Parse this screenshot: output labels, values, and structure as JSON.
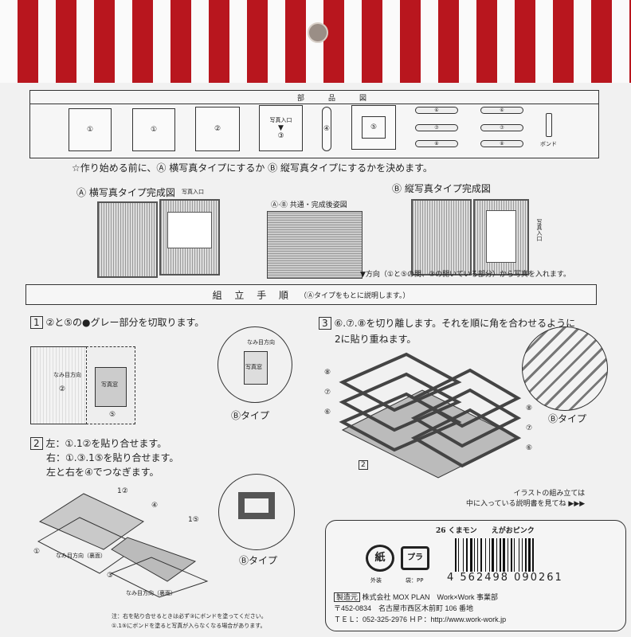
{
  "parts": {
    "title": [
      "部",
      "品",
      "図"
    ],
    "labels": [
      "①",
      "①",
      "②",
      "③",
      "④",
      "⑤"
    ],
    "photo_slot": "写真入口",
    "strips": [
      "⑥",
      "⑦",
      "⑧"
    ],
    "bond": "ボンド"
  },
  "intro": "☆作り始める前に、Ⓐ 横写真タイプにするか Ⓑ 縦写真タイプにするかを決めます。",
  "types": {
    "a_title": "Ⓐ 横写真タイプ完成図",
    "a_slot": "写真入口",
    "common": "Ⓐ·Ⓑ 共通・完成後姿図",
    "b_title": "Ⓑ 縦写真タイプ完成図",
    "b_slot": "写真入口",
    "note": "▼方向（①と⑤の間、③の開いている部分）から写真を入れます。"
  },
  "assembly": {
    "title": "組 立 手 順",
    "sub": "（Ⓐタイプをもとに説明します。）"
  },
  "step1": {
    "num": "1",
    "text": "②と⑤の●グレー部分を切取ります。",
    "grain": "なみ目方向",
    "label2": "②",
    "window": "写真窓",
    "label5": "⑤",
    "grain_v": "なみ目方向",
    "b_type": "Ⓑタイプ"
  },
  "step2": {
    "num": "2",
    "lines": [
      "左：①.1②を貼り合せます。",
      "右：①.③.1⑤を貼り合せます。",
      "左と右を④でつなぎます。"
    ],
    "l12": "1②",
    "l4": "④",
    "l15": "1⑤",
    "l1": "①",
    "l3": "③",
    "grain_back": "なみ目方向（裏面）",
    "b_type": "Ⓑタイプ",
    "notes": [
      "注：右を貼り合せるときは必ず③にボンドを塗ってください。",
      "①.1⑤にボンドを塗ると写真が入らなくなる場合があります。"
    ]
  },
  "step3": {
    "num": "3",
    "lines": [
      "⑥.⑦.⑧を切り離します。それを順に角を合わせるように",
      "2に貼り重ねます。"
    ],
    "labels_left": [
      "⑧",
      "⑦",
      "⑥"
    ],
    "labels_right": [
      "⑧",
      "⑦",
      "⑥"
    ],
    "base": "2",
    "b_type": "Ⓑタイプ",
    "more": [
      "イラストの組み立ては",
      "中に入っている説明書を見てね ▶▶▶"
    ]
  },
  "product": {
    "name": "26 くまモン",
    "color": "えがおピンク",
    "recycle_paper": "紙",
    "paper_label": "外装",
    "recycle_plastic": "プラ",
    "plastic_label": "袋：PP",
    "barcode": "4 562498 090261",
    "maker_tag": "製造元",
    "maker": "株式会社 MOX PLAN　Work×Work 事業部",
    "address": "〒452-0834　名古屋市西区木前町 106 番地",
    "tel": "ＴＥＬ：052-325-2976 ＨＰ：http://www.work-work.jp"
  },
  "colors": {
    "stripe": "#b8161e",
    "paper": "#f1f1f1"
  }
}
